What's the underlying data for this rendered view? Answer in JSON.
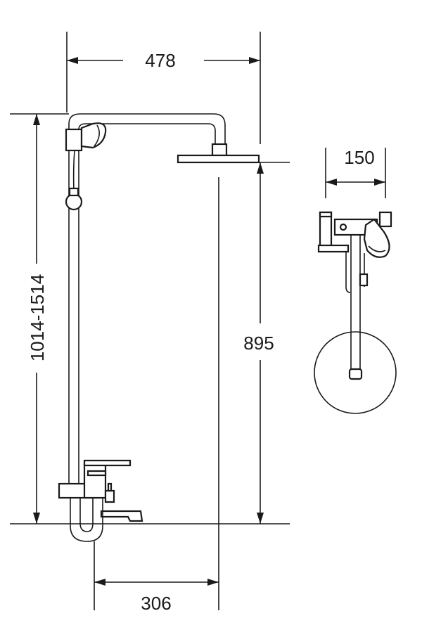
{
  "dimensions": {
    "overall_width": "478",
    "height_range": "1014-1514",
    "head_height": "895",
    "spout_offset": "306",
    "side_width": "150"
  },
  "colors": {
    "line": "#1a1a1a",
    "background": "#ffffff"
  }
}
